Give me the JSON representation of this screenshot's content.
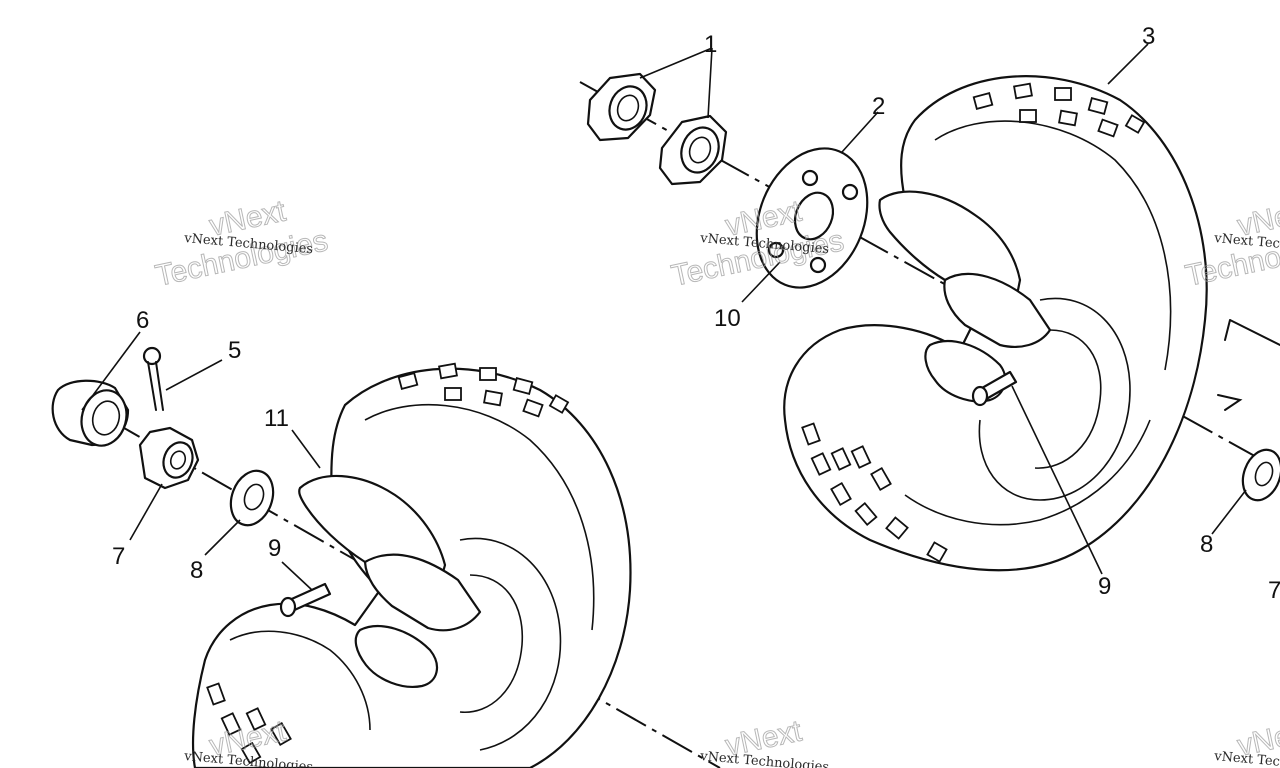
{
  "callouts": {
    "c1": "1",
    "c2": "2",
    "c3": "3",
    "c5": "5",
    "c6": "6",
    "c7": "7",
    "c8": "8",
    "c8b": "8",
    "c9": "9",
    "c9b": "9",
    "c10": "10",
    "c11": "11",
    "c7b": "7"
  },
  "watermark": {
    "small": "vNext Technologies",
    "big_top": "vNext",
    "big_bottom": "Technologies"
  },
  "colors": {
    "ink": "#111111",
    "background": "#ffffff",
    "watermark": "#9a9a9a"
  }
}
